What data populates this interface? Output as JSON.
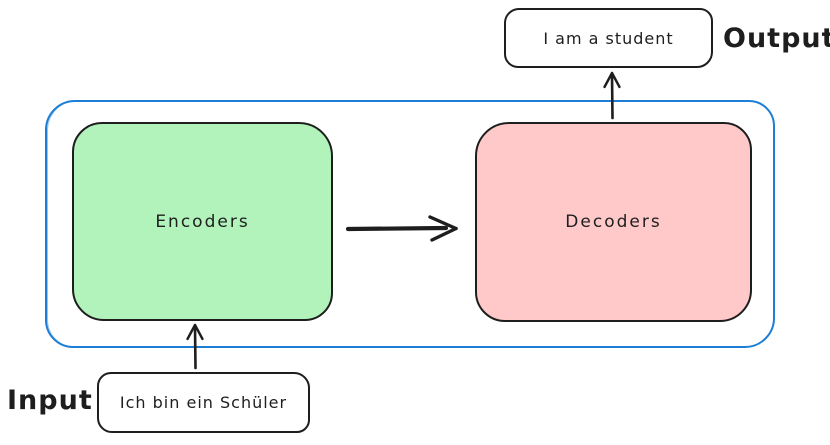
{
  "diagram": {
    "title_semantics": "encoder-decoder sequence translation diagram",
    "output_label": "Output",
    "input_label": "Input",
    "output_box": {
      "text": "I am a student"
    },
    "input_box": {
      "text": "Ich bin ein Schüler"
    },
    "encoders": {
      "label": "Encoders",
      "fill": "#b2f2bb"
    },
    "decoders": {
      "label": "Decoders",
      "fill": "#ffc9c9"
    },
    "colors": {
      "container_stroke": "#1c7ed6",
      "shape_stroke": "#1e1e1e",
      "background": "#ffffff"
    },
    "arrows": [
      {
        "name": "input-to-encoders-arrow",
        "direction": "up"
      },
      {
        "name": "encoders-to-decoders-arrow",
        "direction": "right"
      },
      {
        "name": "decoders-to-output-arrow",
        "direction": "up"
      }
    ]
  }
}
